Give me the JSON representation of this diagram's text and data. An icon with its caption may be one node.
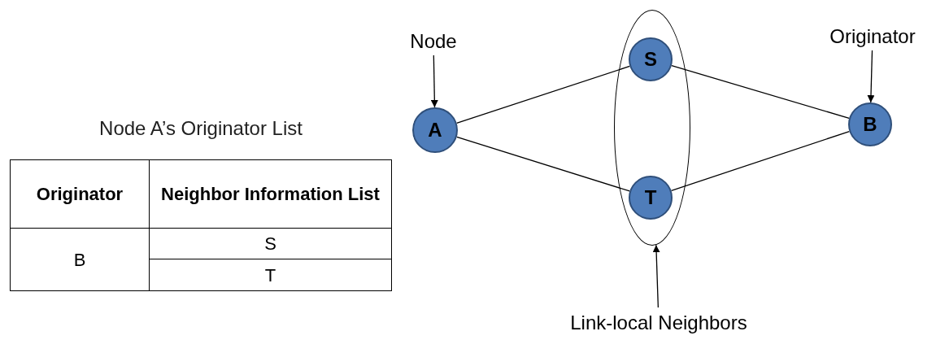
{
  "diagram": {
    "nodes": [
      {
        "text": [
          "Node"
        ]
      },
      {
        "text": [
          "Originator"
        ]
      },
      {
        "text": [
          "A"
        ]
      },
      {
        "text": [],
        "shape": "ellipse"
      },
      {
        "text": [
          "S"
        ],
        "in": 3
      },
      {
        "text": [
          "T"
        ],
        "in": 3
      },
      {
        "text": [
          "B"
        ]
      },
      {
        "text": [
          "Link-local Neighbors"
        ]
      }
    ],
    "edges": [
      {
        "from": 0,
        "to": 2,
        "arrow": "to"
      },
      {
        "from": 1,
        "to": 6,
        "arrow": "to"
      },
      {
        "from": 7,
        "to": 3,
        "arrow": "to"
      },
      {
        "from": 2,
        "to": 4,
        "arrow": "none"
      },
      {
        "from": 2,
        "to": 5,
        "arrow": "none"
      },
      {
        "from": 4,
        "to": 6,
        "arrow": "none"
      },
      {
        "from": 5,
        "to": 6,
        "arrow": "none"
      }
    ],
    "labels": [
      "Node A’s Originator List",
      "Originator",
      "Neighbor Information List",
      "B",
      "S",
      "T"
    ]
  }
}
